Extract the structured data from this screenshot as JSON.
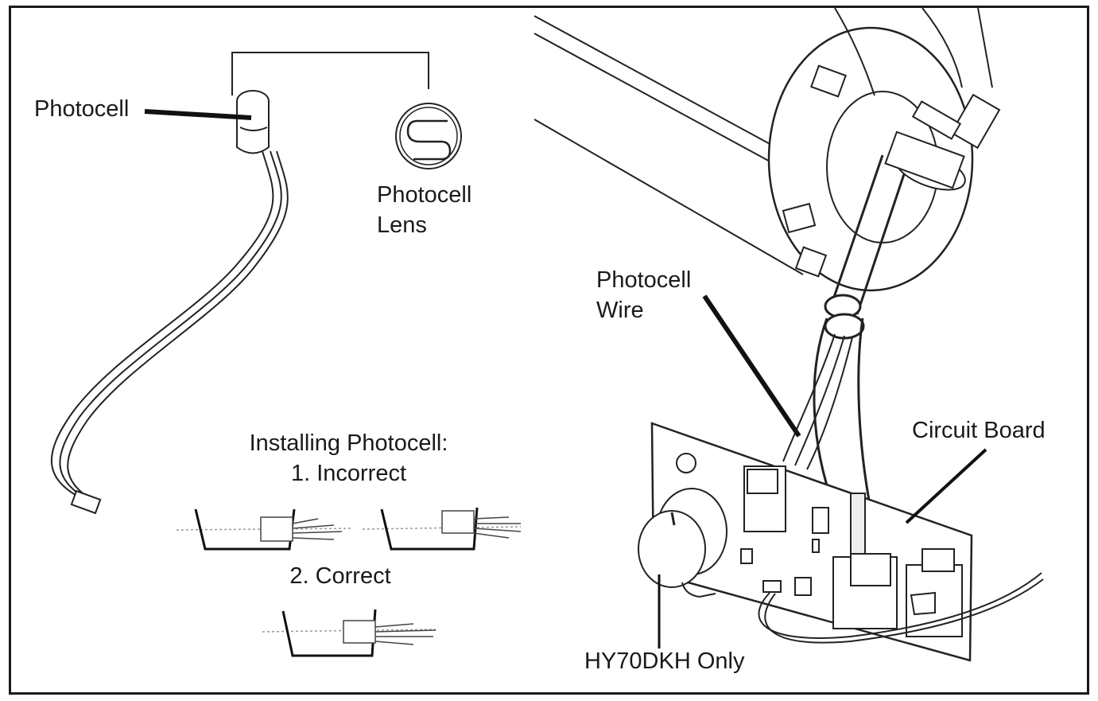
{
  "labels": {
    "photocell": "Photocell",
    "photocell_lens_line1": "Photocell",
    "photocell_lens_line2": "Lens",
    "photocell_wire_line1": "Photocell",
    "photocell_wire_line2": "Wire",
    "circuit_board": "Circuit Board",
    "model_note": "HY70DKH Only"
  },
  "installing": {
    "title": "Installing Photocell:",
    "step_incorrect": "1. Incorrect",
    "step_correct": "2. Correct"
  }
}
